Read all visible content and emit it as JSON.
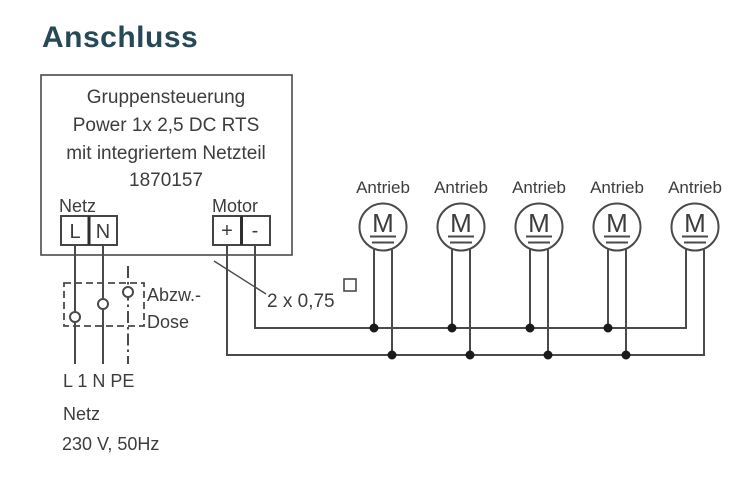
{
  "title": "Anschluss",
  "colors": {
    "title_text": "#254957",
    "diagram_lines": "#4a4a4a",
    "diagram_text": "#3d3d3d",
    "junction_dots": "#1a1a1a",
    "background": "#ffffff"
  },
  "controller": {
    "name_lines": [
      "Gruppensteuerung",
      "Power 1x 2,5 DC RTS",
      "mit integriertem Netzteil",
      "1870157"
    ],
    "netz_block": {
      "label": "Netz",
      "terminals": [
        "L",
        "N"
      ]
    },
    "motor_block": {
      "label": "Motor",
      "terminals": [
        "+",
        "-"
      ]
    }
  },
  "junction_box": {
    "label_line1": "Abzw.-",
    "label_line2": "Dose"
  },
  "mains": {
    "phase_labels": "L 1 N PE",
    "name": "Netz",
    "rating": "230 V, 50Hz"
  },
  "cable": {
    "label": "2 x 0,75",
    "unit_icon": "square-mm"
  },
  "drives": {
    "count": 5,
    "motor_symbol": "M",
    "items": [
      "Antrieb",
      "Antrieb",
      "Antrieb",
      "Antrieb",
      "Antrieb"
    ]
  }
}
